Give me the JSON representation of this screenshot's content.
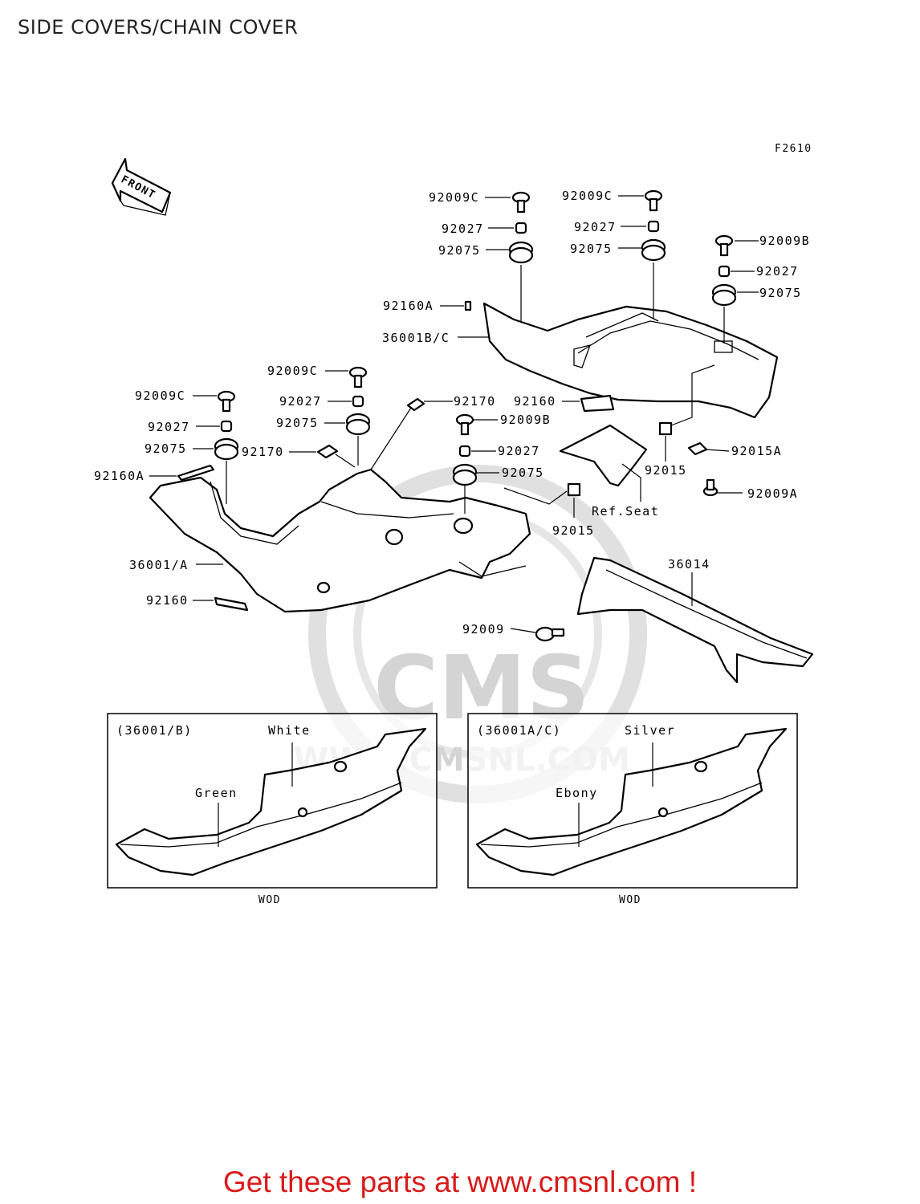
{
  "page_title": "SIDE COVERS/CHAIN COVER",
  "figure_code": "F2610",
  "front_label": "FRONT",
  "watermark": {
    "brand": "CMS",
    "url": "WWW.CMSNL.COM"
  },
  "callouts": {
    "c1": "92009C",
    "c2": "92027",
    "c3": "92075",
    "c4": "92009C",
    "c5": "92027",
    "c6": "92075",
    "c7": "92009B",
    "c8": "92027",
    "c9": "92075",
    "c10": "92160A",
    "c11": "36001B/C",
    "c12": "92009C",
    "c13": "92027",
    "c14": "92075",
    "c15": "92009C",
    "c16": "92027",
    "c17": "92075",
    "c18": "92170",
    "c19": "92170",
    "c20": "92160",
    "c21": "92009B",
    "c22": "92027",
    "c23": "92075",
    "c24": "92015",
    "c25": "92015A",
    "c26": "92009A",
    "c27": "Ref.Seat",
    "c28": "92015",
    "c29": "92160A",
    "c30": "36001/A",
    "c31": "92160",
    "c32": "36014",
    "c33": "92009"
  },
  "insets": [
    {
      "code": "(36001/B)",
      "top_color": "White",
      "bottom_color": "Green",
      "caption": "WOD"
    },
    {
      "code": "(36001A/C)",
      "top_color": "Silver",
      "bottom_color": "Ebony",
      "caption": "WOD"
    }
  ],
  "footer_text": "Get these parts at www.cmsnl.com !"
}
